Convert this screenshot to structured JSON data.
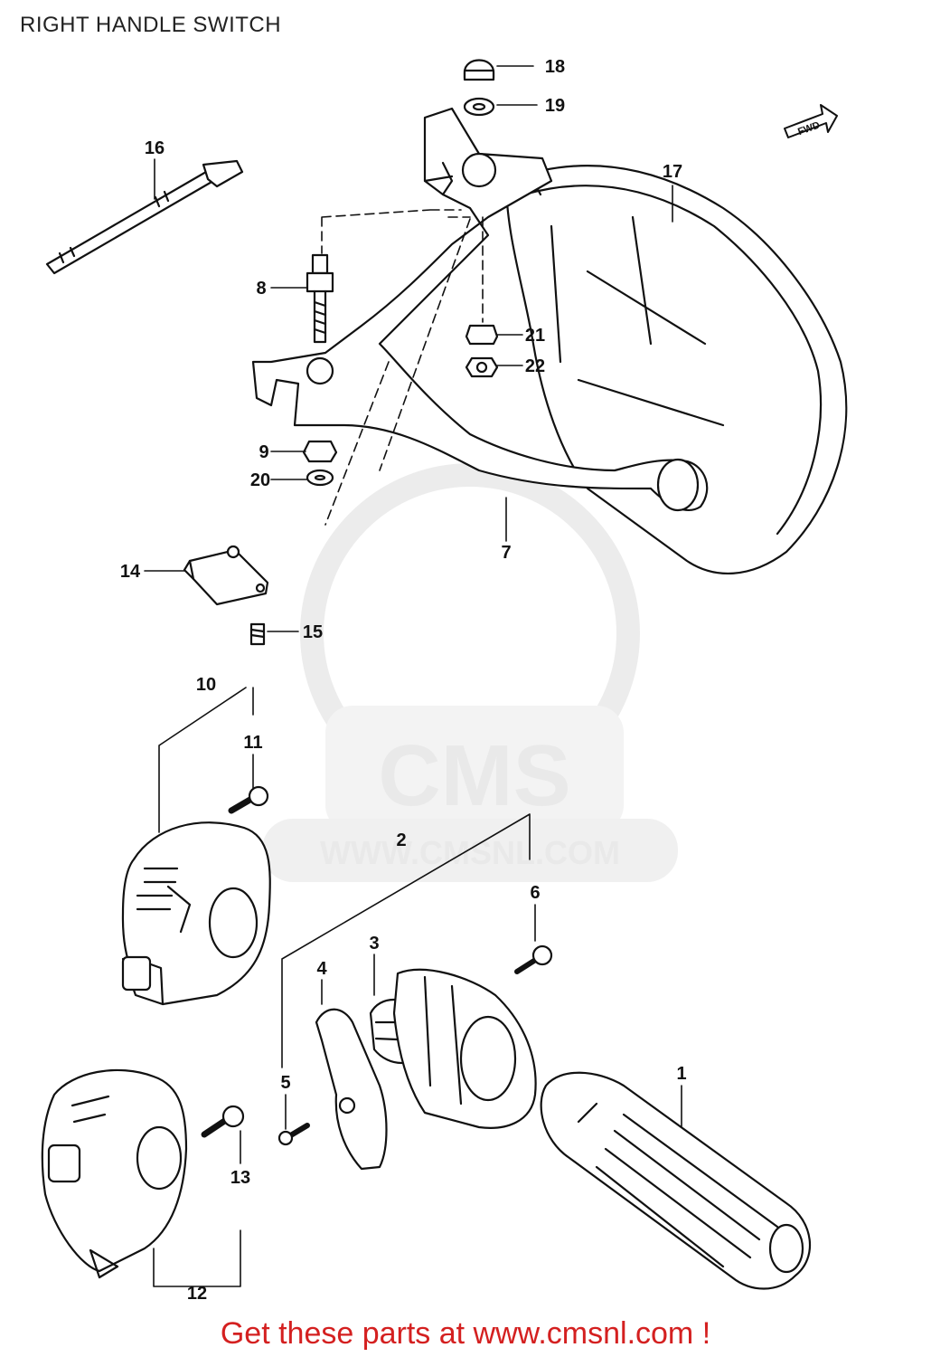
{
  "page": {
    "title": "RIGHT HANDLE SWITCH"
  },
  "watermark": {
    "brand": "CMS",
    "url": "WWW.CMSNL.COM"
  },
  "direction_marker": {
    "text": "FWD"
  },
  "parts": [
    {
      "id": "part-1",
      "number": "1",
      "icon": "throttle-grip-icon"
    },
    {
      "id": "part-2",
      "number": "2",
      "icon": "throttle-housing-group-bracket"
    },
    {
      "id": "part-3",
      "number": "3",
      "icon": "throttle-drum-icon"
    },
    {
      "id": "part-4",
      "number": "4",
      "icon": "cable-guide-plate-icon"
    },
    {
      "id": "part-5",
      "number": "5",
      "icon": "screw-icon"
    },
    {
      "id": "part-6",
      "number": "6",
      "icon": "screw-icon"
    },
    {
      "id": "part-7",
      "number": "7",
      "icon": "brake-lever-icon"
    },
    {
      "id": "part-8",
      "number": "8",
      "icon": "pivot-bolt-icon"
    },
    {
      "id": "part-9",
      "number": "9",
      "icon": "nut-icon"
    },
    {
      "id": "part-10",
      "number": "10",
      "icon": "switch-assembly-group-bracket"
    },
    {
      "id": "part-11",
      "number": "11",
      "icon": "screw-icon"
    },
    {
      "id": "part-12",
      "number": "12",
      "icon": "switch-housing-lower-icon"
    },
    {
      "id": "part-13",
      "number": "13",
      "icon": "screw-icon"
    },
    {
      "id": "part-14",
      "number": "14",
      "icon": "brake-light-switch-icon"
    },
    {
      "id": "part-15",
      "number": "15",
      "icon": "screw-icon"
    },
    {
      "id": "part-16",
      "number": "16",
      "icon": "cable-tie-icon"
    },
    {
      "id": "part-17",
      "number": "17",
      "icon": "lever-guard-icon"
    },
    {
      "id": "part-18",
      "number": "18",
      "icon": "cap-nut-icon"
    },
    {
      "id": "part-19",
      "number": "19",
      "icon": "washer-icon"
    },
    {
      "id": "part-20",
      "number": "20",
      "icon": "washer-icon"
    },
    {
      "id": "part-21",
      "number": "21",
      "icon": "nut-icon"
    },
    {
      "id": "part-22",
      "number": "22",
      "icon": "nut-icon"
    }
  ],
  "footer": {
    "cta": "Get these parts at www.cmsnl.com !"
  },
  "colors": {
    "line": "#111111",
    "cta": "#d42020",
    "watermark": "#e6e6e6"
  }
}
